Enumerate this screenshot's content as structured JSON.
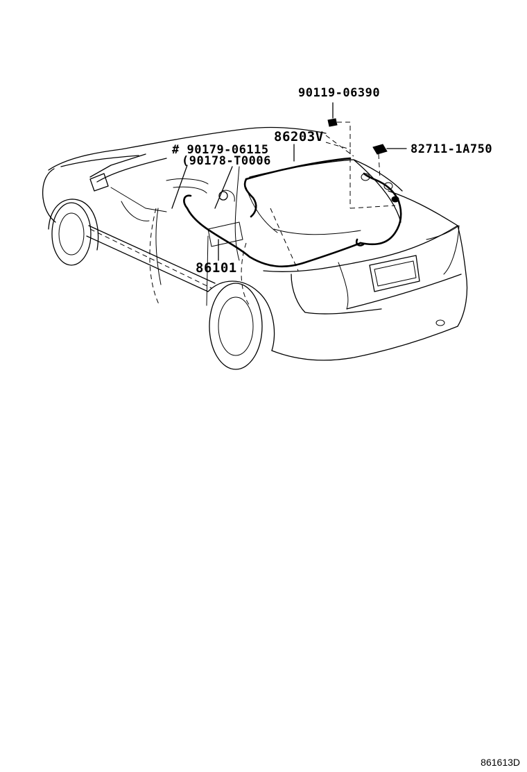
{
  "parts": {
    "bolt": "90119-06390",
    "wire_main": "86203V",
    "connector": "82711-1A750",
    "clip_marked": "90179-06115",
    "clip_alt": "90178-T0006",
    "antenna": "86101"
  },
  "marks": {
    "hash": "#",
    "paren": "("
  },
  "footer": {
    "diagram_id": "861613D"
  }
}
